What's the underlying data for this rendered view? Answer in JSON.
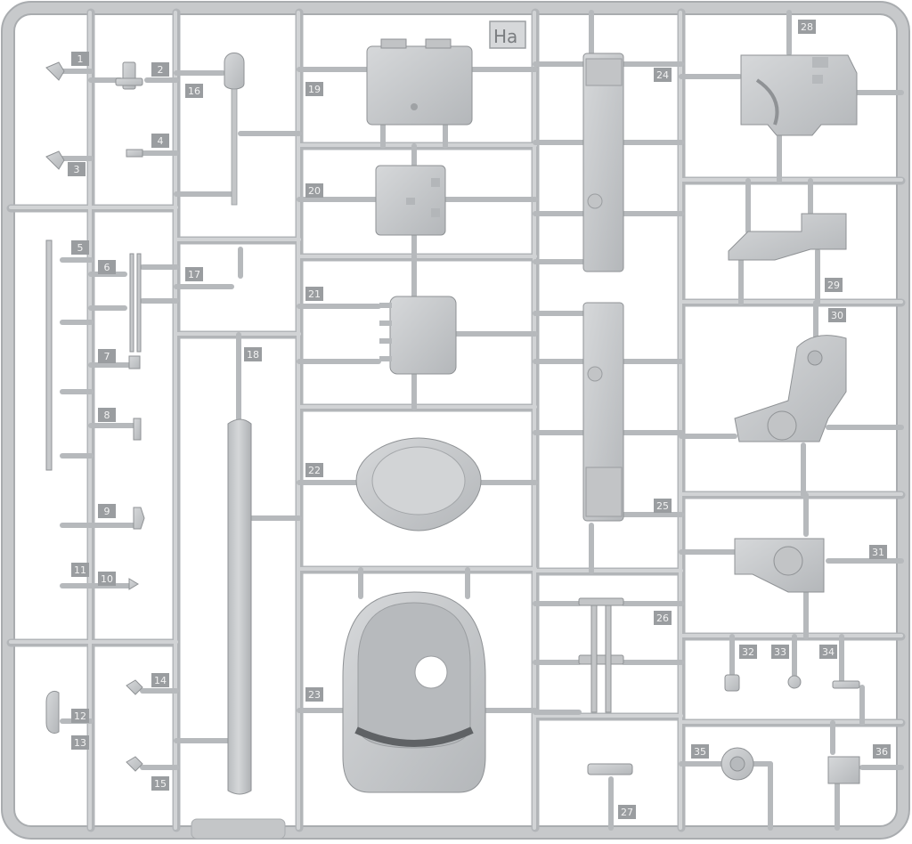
{
  "sprue": {
    "id": "Ha",
    "colors": {
      "frame": "#c4c6c8",
      "frame_edge": "#a9acaf",
      "part": "#c9cbcd",
      "part_shade": "#a5a8ab",
      "tag": "#9a9da0",
      "background": "#ffffff"
    },
    "part_numbers": [
      "1",
      "2",
      "3",
      "4",
      "5",
      "6",
      "7",
      "8",
      "9",
      "10",
      "11",
      "12",
      "13",
      "14",
      "15",
      "16",
      "17",
      "18",
      "19",
      "20",
      "21",
      "22",
      "23",
      "24",
      "25",
      "26",
      "27",
      "28",
      "29",
      "30",
      "31",
      "32",
      "33",
      "34",
      "35",
      "36"
    ]
  }
}
